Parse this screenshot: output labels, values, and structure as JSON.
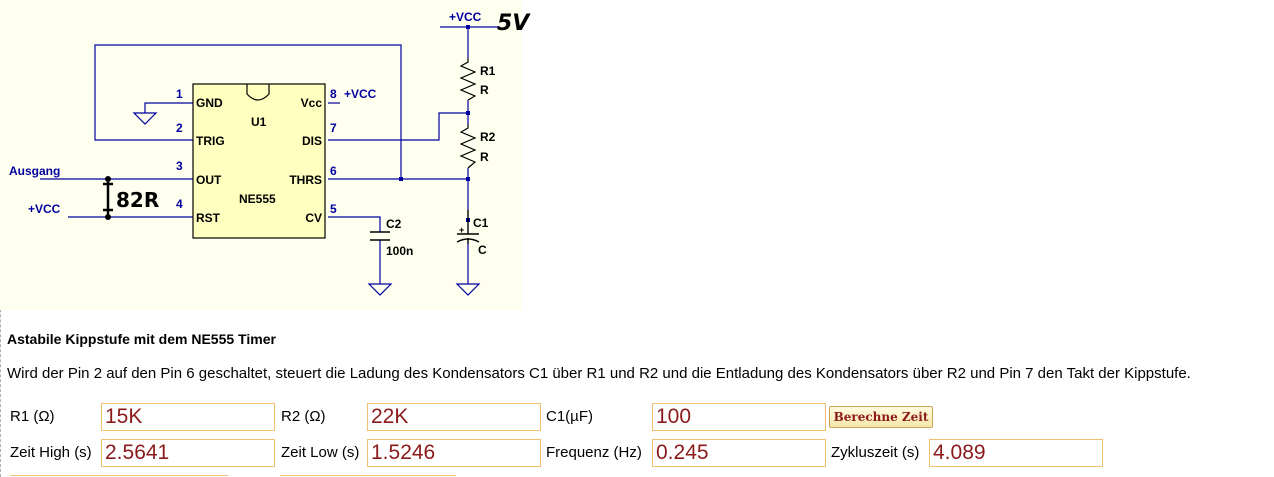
{
  "schematic": {
    "vcc_top": "+VCC",
    "handwritten_5v": "5V",
    "r1_name": "R1",
    "r1_value": "R",
    "r2_name": "R2",
    "r2_value": "R",
    "c1_name": "C1",
    "c1_value": "C",
    "c2_name": "C2",
    "c2_value": "100n",
    "ic_name": "U1",
    "ic_type": "NE555",
    "pin1_num": "1",
    "pin1_name": "GND",
    "pin2_num": "2",
    "pin2_name": "TRIG",
    "pin3_num": "3",
    "pin3_name": "OUT",
    "pin4_num": "4",
    "pin4_name": "RST",
    "pin5_num": "5",
    "pin5_name": "CV",
    "pin6_num": "6",
    "pin6_name": "THRS",
    "pin7_num": "7",
    "pin7_name": "DIS",
    "pin8_num": "8",
    "pin8_name": "Vcc",
    "vcc_pin8": "+VCC",
    "output_label": "Ausgang",
    "vcc_left": "+VCC",
    "handwritten_note": "82R"
  },
  "title": "Astabile Kippstufe mit dem NE555 Timer",
  "description": "Wird der Pin 2 auf den Pin 6 geschaltet, steuert die Ladung des Kondensators C1 über R1 und R2 und die Entladung des Kondensators über R2 und Pin 7 den Takt der Kippstufe.",
  "form": {
    "r1_label": "R1 (Ω)",
    "r1_value": "15K",
    "r2_label": "R2 (Ω)",
    "r2_value": "22K",
    "c1_label": "C1(µF)",
    "c1_value": "100",
    "calc_button": "Berechne Zeit",
    "high_label": "Zeit High (s)",
    "high_value": "2.5641",
    "low_label": "Zeit Low (s)",
    "low_value": "1.5246",
    "freq_label": "Frequenz (Hz)",
    "freq_value": "0.245",
    "cycle_label": "Zykluszeit (s)",
    "cycle_value": "4.089"
  },
  "colors": {
    "schematic_bg": "#fffff0",
    "ic_fill": "#ffffc0",
    "wire": "#0000a0",
    "field_text": "#8b1a1a",
    "field_border": "#f0c070"
  }
}
